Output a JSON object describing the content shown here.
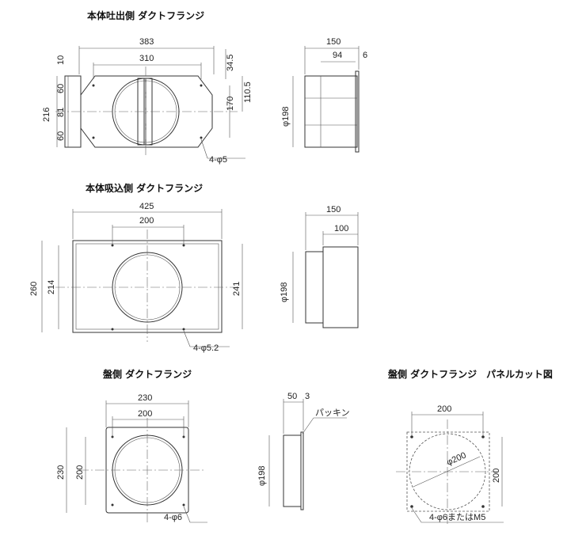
{
  "titles": {
    "outlet": "本体吐出側 ダクトフランジ",
    "inlet": "本体吸込側 ダクトフランジ",
    "panel": "盤側 ダクトフランジ",
    "panel_cut": "盤側 ダクトフランジ　パネルカット図"
  },
  "outlet": {
    "w_outer": "383",
    "w_inner": "310",
    "h_total": "216",
    "h_top": "60",
    "h_mid": "81",
    "h_bot": "60",
    "top_gap": "10",
    "right_34": "34.5",
    "right_170": "170",
    "right_110": "110.5",
    "holes": "4-φ5",
    "side_150": "150",
    "side_94": "94",
    "side_6": "6",
    "side_dia": "φ198"
  },
  "inlet": {
    "w_outer": "425",
    "w_inner": "200",
    "h_left": "260",
    "h_inner": "214",
    "h_right": "241",
    "holes": "4-φ5.2",
    "side_150": "150",
    "side_100": "100",
    "side_dia": "φ198"
  },
  "panel": {
    "w_outer": "230",
    "w_inner": "200",
    "h_outer": "230",
    "h_inner": "200",
    "holes": "4-φ6",
    "side_50": "50",
    "side_3": "3",
    "packing": "パッキン",
    "side_dia": "φ198"
  },
  "panel_cut": {
    "w": "200",
    "h": "200",
    "dia": "φ200",
    "holes": "4-φ6またはM5"
  }
}
